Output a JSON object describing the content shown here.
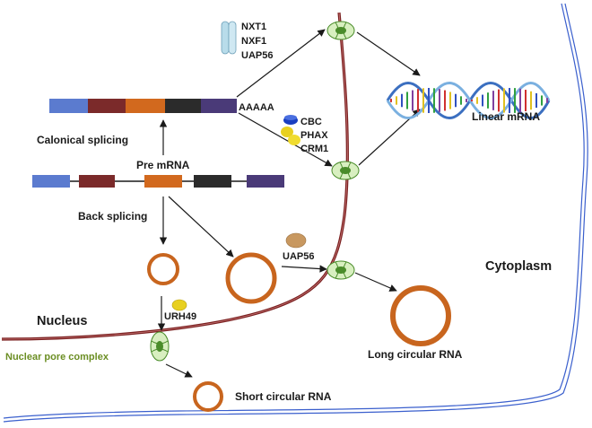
{
  "labels": {
    "canonical_splicing": "Calonical splicing",
    "pre_mrna": "Pre mRNA",
    "back_splicing": "Back splicing",
    "poly_a": "AAAAA",
    "linear_mrna": "Linear mRNA",
    "cytoplasm": "Cytoplasm",
    "nucleus": "Nucleus",
    "nuclear_pore_complex": "Nuclear pore complex",
    "long_circular_rna": "Long circular RNA",
    "short_circular_rna": "Short circular RNA"
  },
  "export_factors": {
    "top": [
      "NXT1",
      "NXF1",
      "UAP56"
    ],
    "middle": [
      "CBC",
      "PHAX",
      "CRM1"
    ],
    "circ_long": "UAP56",
    "circ_short": "URH49"
  },
  "colors": {
    "exon_blue": "#5b7bcf",
    "exon_maroon": "#7b2a2a",
    "exon_orange": "#d2691e",
    "exon_black": "#2b2b2b",
    "exon_purple": "#4a3a78",
    "membrane": "#7a2020",
    "cell_outline": "#3a5fcd",
    "circle_rna": "#c8651e",
    "pore_fill": "#d8efc0",
    "pore_center": "#4a8c2a",
    "cbc_blue": "#1a3fc0",
    "phax_yellow": "#e8d020",
    "uap56_tan": "#c89860",
    "nxt_tube": "#b8dcea",
    "label_green": "#6b8e23"
  }
}
